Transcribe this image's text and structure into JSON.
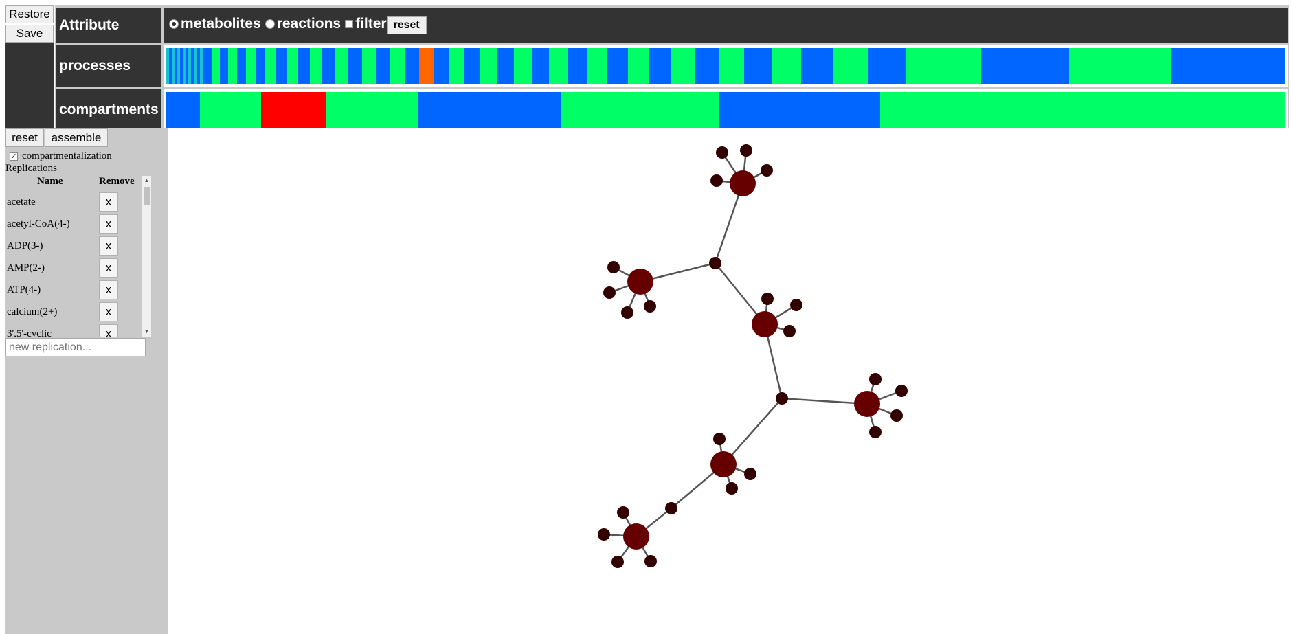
{
  "toolbar": {
    "restore_label": "Restore",
    "save_label": "Save"
  },
  "attribute_row": {
    "label": "Attribute",
    "options": [
      "metabolites",
      "reactions",
      "filter"
    ],
    "selected": "metabolites",
    "reset_label": "reset"
  },
  "processes_row": {
    "label": "processes"
  },
  "compartments_row": {
    "label": "compartments"
  },
  "colors": {
    "cyan": "#19c2d0",
    "blue": "#0066ff",
    "green": "#00ff66",
    "orange": "#ff6600",
    "red": "#ff0000",
    "node": "#660000",
    "node_small": "#330000",
    "edge": "#555555"
  },
  "left_panel": {
    "reset_label": "reset",
    "assemble_label": "assemble",
    "compartmentalization_label": "compartmentalization",
    "replications_label": "Replications",
    "col_name": "Name",
    "col_remove": "Remove",
    "remove_label": "x",
    "replications": [
      "acetate",
      "acetyl-CoA(4-)",
      "ADP(3-)",
      "AMP(2-)",
      "ATP(4-)",
      "calcium(2+)",
      "3',5'-cyclic"
    ],
    "new_placeholder": "new replication..."
  }
}
